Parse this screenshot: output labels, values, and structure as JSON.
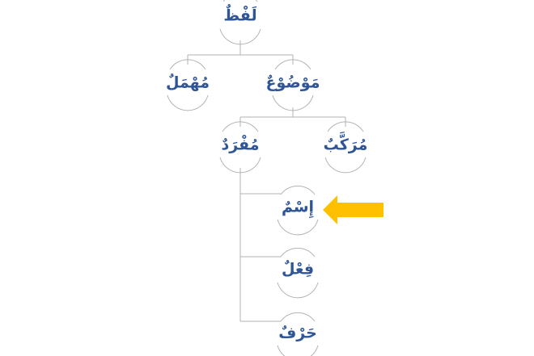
{
  "diagram": {
    "colors": {
      "text": "#2f5597",
      "lines": "#b3b3b3",
      "arrow": "#ffc000",
      "background": "#ffffff"
    },
    "nodes": {
      "lafz": "لَفْظٌ",
      "muhmal": "مُهْمَلٌ",
      "mawdu": "مَوْضُوْعٌ",
      "murakkab": "مُرَكَّبٌ",
      "mufrad": "مُفْرَدٌ",
      "ism": "إِسْمٌ",
      "fil": "فِعْلٌ",
      "harf": "حَرْفٌ"
    },
    "highlighted_node": "ism",
    "pointer_icon": "arrow-left-icon"
  }
}
